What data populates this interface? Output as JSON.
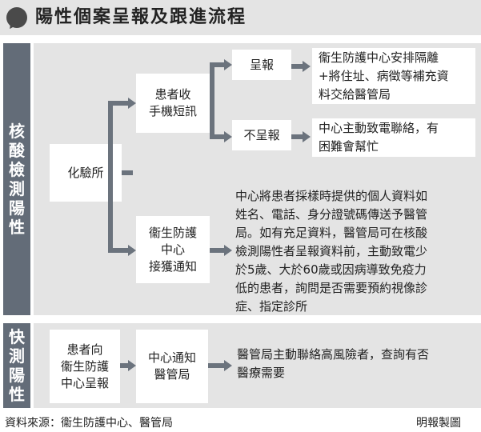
{
  "title": "陽性個案呈報及跟進流程",
  "sections": {
    "nucleic": "核酸檢測陽性",
    "rapid": "快測陽性"
  },
  "nodes": {
    "lab": "化驗所",
    "patient_sms_1": "患者收",
    "patient_sms_2": "手機短訊",
    "report": "呈報",
    "no_report": "不呈報",
    "chp_intercept_1": "衞生防護",
    "chp_intercept_2": "中心",
    "chp_intercept_3": "接獲通知",
    "report_result_1": "衞生防護中心安排隔離",
    "report_result_2": "+將住址、病徵等補充資",
    "report_result_3": "料交給醫管局",
    "no_report_result_1": "中心主動致電聯絡，有",
    "no_report_result_2": "困難會幫忙",
    "chp_detail_1": "中心將患者採樣時提供的個人資料如",
    "chp_detail_2": "姓名、電話、身分證號碼傳送予醫管",
    "chp_detail_3": "局。如有充足資料，醫管局可在核酸",
    "chp_detail_4": "檢測陽性者呈報資料前，主動致電少",
    "chp_detail_5": "於5歲、大於60歲或因病導致免疫力",
    "chp_detail_6": "低的患者，詢問是否需要預約視像診",
    "chp_detail_7": "症、指定診所",
    "rapid_patient_1": "患者向",
    "rapid_patient_2": "衞生防護",
    "rapid_patient_3": "中心呈報",
    "rapid_notify_1": "中心通知",
    "rapid_notify_2": "醫管局",
    "rapid_result_1": "醫管局主動聯絡高風險者，查詢有否",
    "rapid_result_2": "醫療需要"
  },
  "footer": {
    "source": "資料來源：衞生防護中心、醫管局",
    "credit": "明報製圖"
  },
  "colors": {
    "side_bar": "#636c78",
    "panel": "#e4e4e4",
    "connector": "#6b737d"
  }
}
